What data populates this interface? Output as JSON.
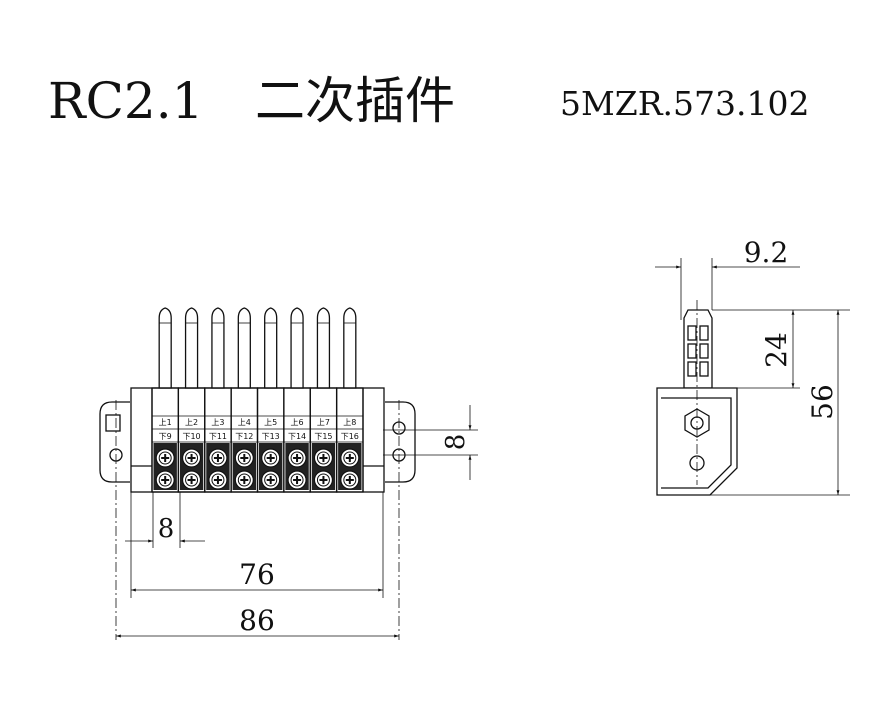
{
  "title": {
    "model": "RC2.1",
    "name": "二次插件",
    "code": "5MZR.573.102"
  },
  "front_view": {
    "upper_labels": [
      "上1",
      "上2",
      "上3",
      "上4",
      "上5",
      "上6",
      "上7",
      "上8"
    ],
    "lower_labels": [
      "下9",
      "下10",
      "下11",
      "下12",
      "下13",
      "下14",
      "下15",
      "下16"
    ],
    "dimensions": {
      "pitch": "8",
      "vertical_pitch": "8",
      "inner_width": "76",
      "overall_width": "86"
    }
  },
  "side_view": {
    "dimensions": {
      "thickness": "9.2",
      "pin_height": "24",
      "overall_height": "56"
    }
  }
}
